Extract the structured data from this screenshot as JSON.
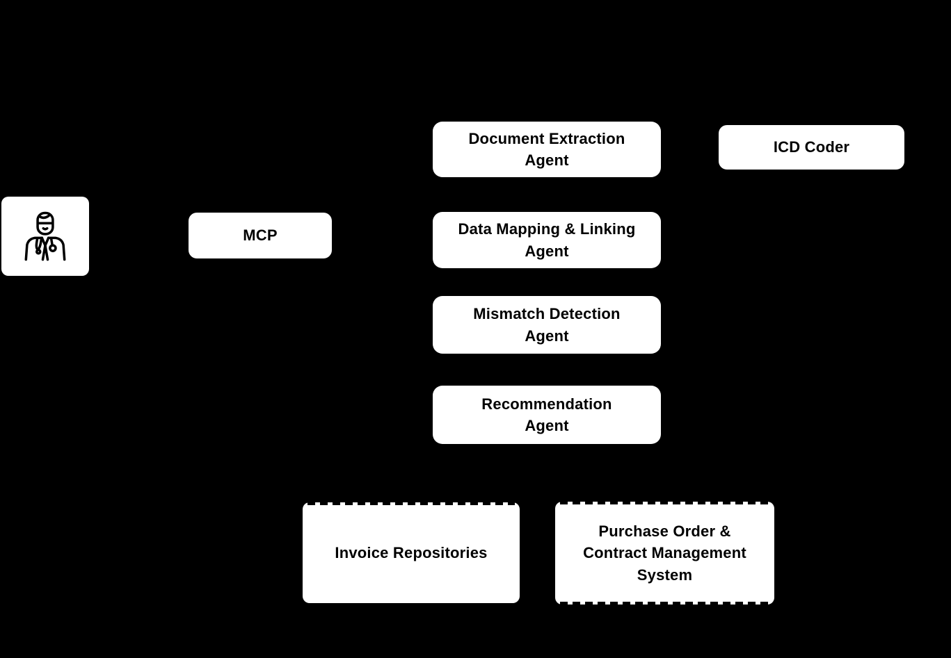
{
  "diagram": {
    "colors": {
      "background": "#000000",
      "node_fill": "#ffffff",
      "ink": "#000000"
    },
    "nodes": {
      "user": {
        "icon": "doctor-icon",
        "lines": []
      },
      "mcp": {
        "lines": [
          "MCP"
        ]
      },
      "document_extraction": {
        "lines": [
          "Document Extraction",
          "Agent"
        ]
      },
      "icd_coder": {
        "lines": [
          "ICD Coder"
        ]
      },
      "data_mapping_linking": {
        "lines": [
          "Data Mapping & Linking",
          "Agent"
        ]
      },
      "mismatch_detection": {
        "lines": [
          "Mismatch Detection",
          "Agent"
        ]
      },
      "recommendation": {
        "lines": [
          "Recommendation",
          "Agent"
        ]
      },
      "invoice_repositories": {
        "lines": [
          "Invoice Repositories"
        ]
      },
      "po_contract_system": {
        "lines": [
          "Purchase Order &",
          "Contract Management",
          "System"
        ]
      }
    }
  }
}
